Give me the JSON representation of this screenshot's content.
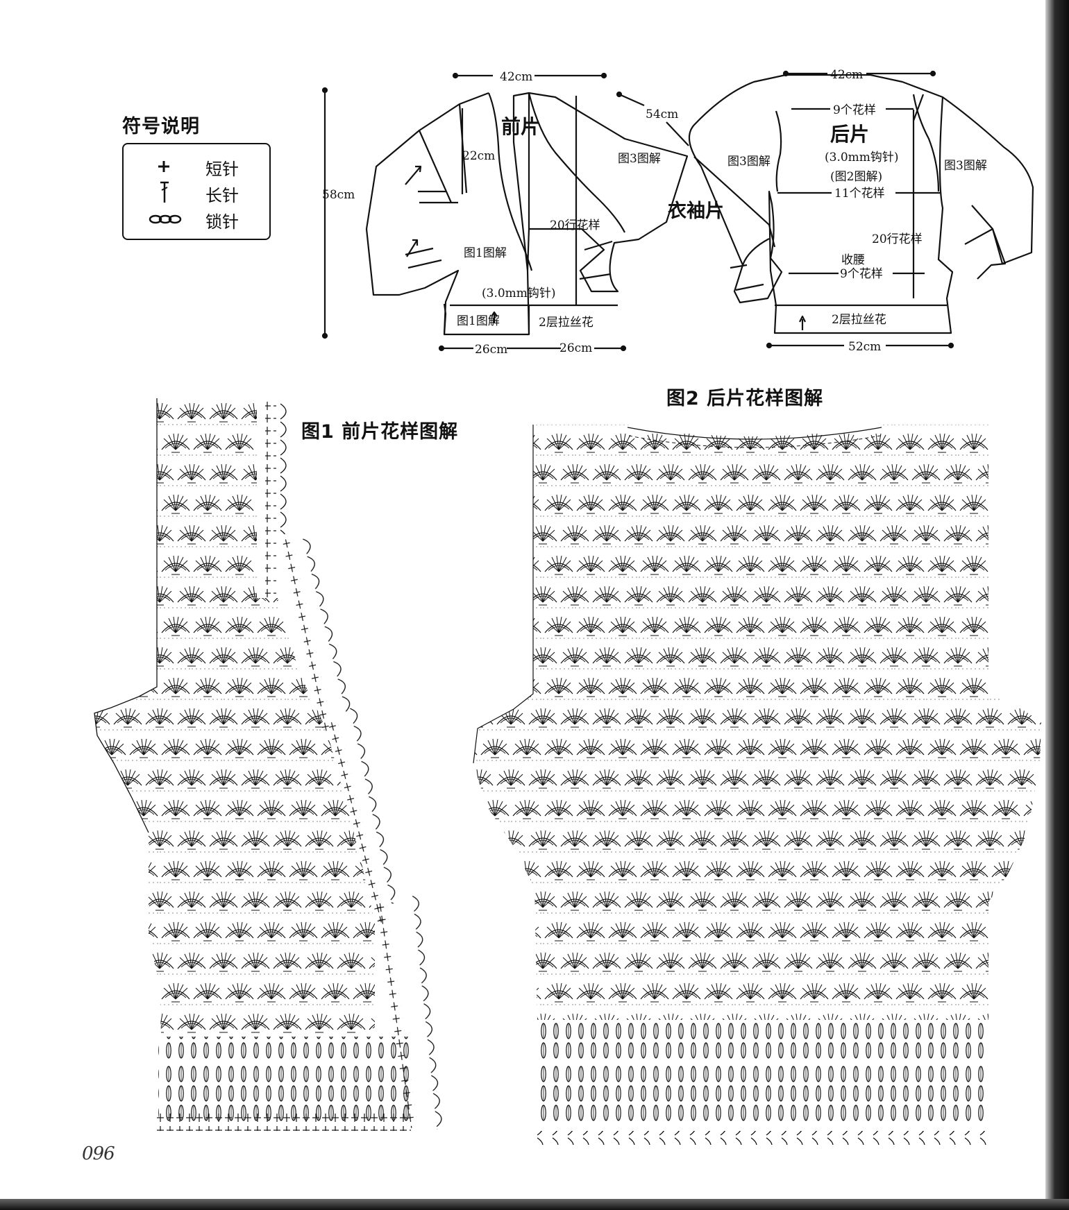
{
  "legend": {
    "title": "符号说明",
    "items": [
      {
        "symbol": "short-stitch-icon",
        "label": "短针"
      },
      {
        "symbol": "long-stitch-icon",
        "label": "长针"
      },
      {
        "symbol": "chain-stitch-icon",
        "label": "锁针"
      }
    ]
  },
  "front": {
    "label": "前片",
    "top_width": "42cm",
    "sleeve_length": "54cm",
    "height": "58cm",
    "neck_depth": "22cm",
    "rows": "20行花样",
    "ref_fig1": "图1图解",
    "ref_fig3": "图3图解",
    "hook": "(3.0mm钩针)",
    "bottom_ref": "图1图解",
    "border": "2层拉丝花",
    "bottom_left": "26cm",
    "bottom_right": "26cm"
  },
  "sleeve_label": "衣袖片",
  "back": {
    "label": "后片",
    "top_width": "42cm",
    "top_patterns": "9个花样",
    "hook": "(3.0mm钩针)",
    "ref_fig2": "(图2图解)",
    "mid_patterns": "11个花样",
    "ref_fig3_left": "图3图解",
    "ref_fig3_right": "图3图解",
    "rows": "20行花样",
    "waist": "收腰",
    "waist_patterns": "9个花样",
    "border": "2层拉丝花",
    "bottom_width": "52cm"
  },
  "fig1_title": "图1  前片花样图解",
  "fig2_title": "图2  后片花样图解",
  "page_number": "096",
  "colors": {
    "ink": "#111111",
    "paper": "#ffffff"
  }
}
